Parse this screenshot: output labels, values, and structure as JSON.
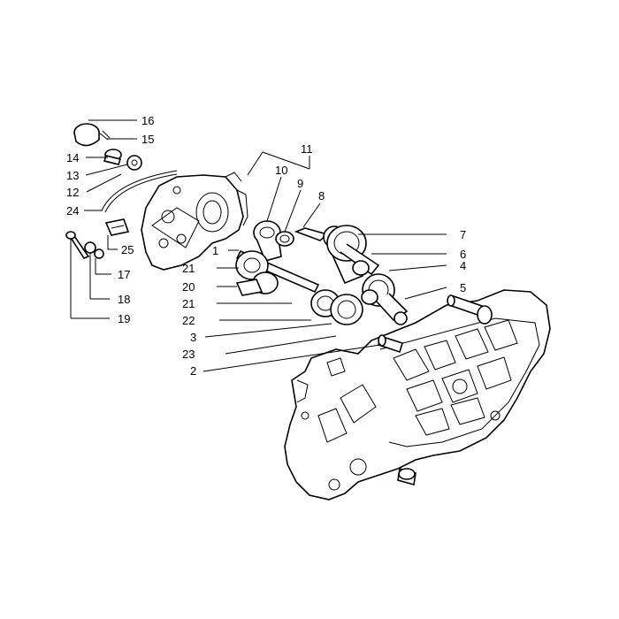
{
  "callouts": {
    "c1": "1",
    "c2": "2",
    "c3": "3",
    "c4": "4",
    "c5": "5",
    "c6": "6",
    "c7": "7",
    "c8": "8",
    "c9": "9",
    "c10": "10",
    "c11": "11",
    "c12": "12",
    "c13": "13",
    "c14": "14",
    "c15": "15",
    "c16": "16",
    "c17": "17",
    "c18": "18",
    "c19": "19",
    "c20": "20",
    "c21a": "21",
    "c21b": "21",
    "c22": "22",
    "c23": "23",
    "c24": "24",
    "c25": "25"
  },
  "colors": {
    "ink": "#000000",
    "background": "#ffffff"
  }
}
